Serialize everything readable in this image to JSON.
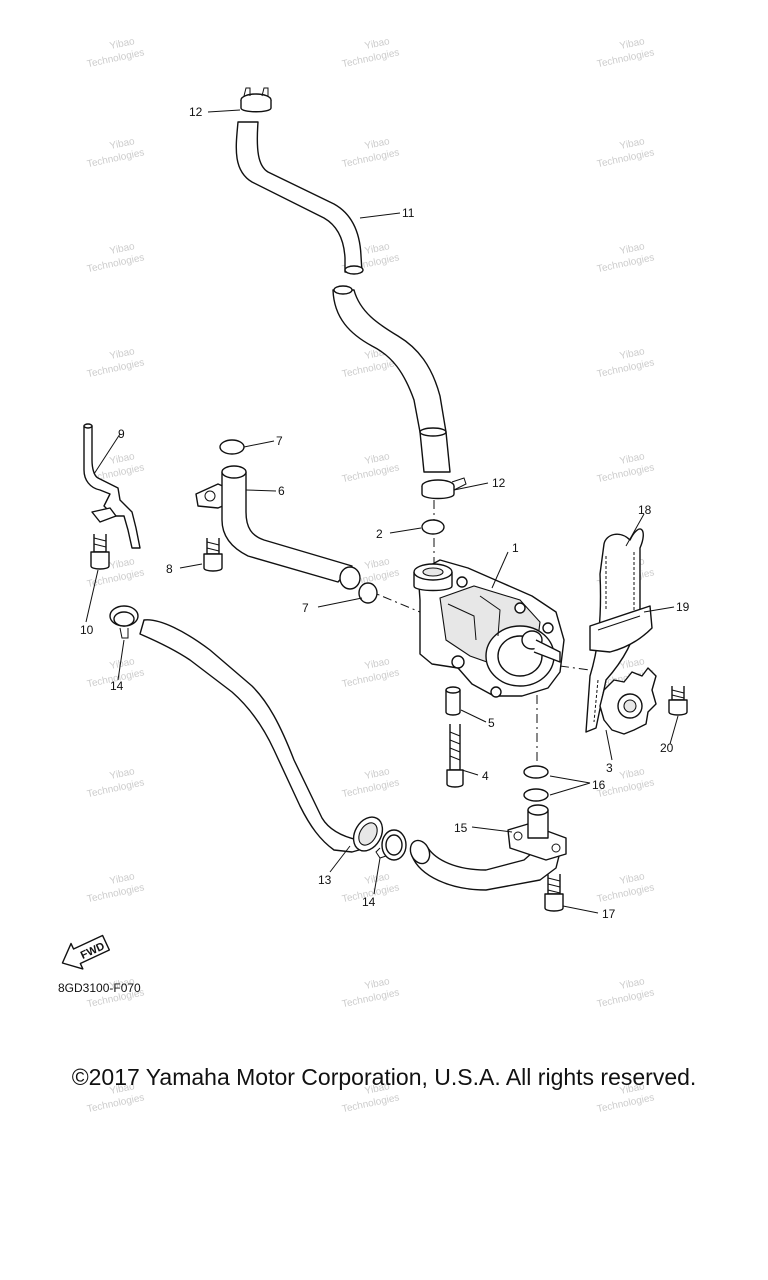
{
  "callouts": [
    {
      "n": "1"
    },
    {
      "n": "2"
    },
    {
      "n": "3"
    },
    {
      "n": "4"
    },
    {
      "n": "5"
    },
    {
      "n": "6"
    },
    {
      "n": "7"
    },
    {
      "n": "7"
    },
    {
      "n": "8"
    },
    {
      "n": "9"
    },
    {
      "n": "10"
    },
    {
      "n": "11"
    },
    {
      "n": "12"
    },
    {
      "n": "12"
    },
    {
      "n": "13"
    },
    {
      "n": "14"
    },
    {
      "n": "14"
    },
    {
      "n": "15"
    },
    {
      "n": "16"
    },
    {
      "n": "17"
    },
    {
      "n": "18"
    },
    {
      "n": "19"
    },
    {
      "n": "20"
    }
  ],
  "fwd_label": "FWD",
  "diagram_code": "8GD3100-F070",
  "watermark": {
    "line1": "Yibao",
    "line2": "Technologies"
  },
  "copyright": "©2017 Yamaha Motor Corporation, U.S.A. All rights reserved."
}
